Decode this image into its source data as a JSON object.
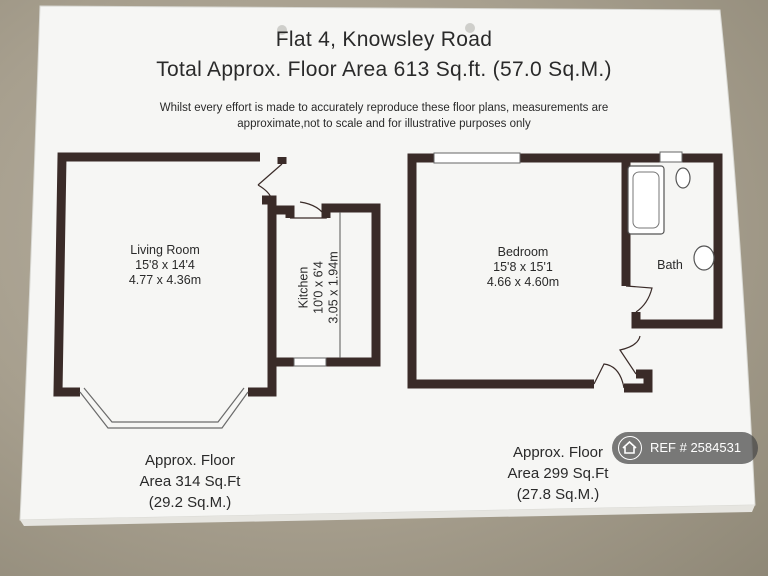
{
  "title": "Flat 4, Knowsley Road",
  "total_area": "Total Approx. Floor Area 613 Sq.ft. (57.0 Sq.M.)",
  "disclaimer": {
    "line1": "Whilst every effort is made to accurately reproduce these floor plans, measurements are",
    "line2": "approximate,not to scale and for illustrative purposes only"
  },
  "rooms": {
    "living": {
      "name": "Living Room",
      "imperial": "15'8 x 14'4",
      "metric": "4.77 x 4.36m"
    },
    "kitchen": {
      "name": "Kitchen",
      "imperial": "10'0 x 6'4",
      "metric": "3.05 x 1.94m"
    },
    "bedroom": {
      "name": "Bedroom",
      "imperial": "15'8 x 15'1",
      "metric": "4.66 x 4.60m"
    },
    "bath": {
      "name": "Bath"
    }
  },
  "left_area": {
    "line1": "Approx. Floor",
    "line2": "Area 314 Sq.Ft",
    "line3": "(29.2 Sq.M.)"
  },
  "right_area": {
    "line1": "Approx. Floor",
    "line2": "Area 299 Sq.Ft",
    "line3": "(27.8 Sq.M.)"
  },
  "badge": {
    "text": "REF # 2584531",
    "icon": "home-icon"
  }
}
